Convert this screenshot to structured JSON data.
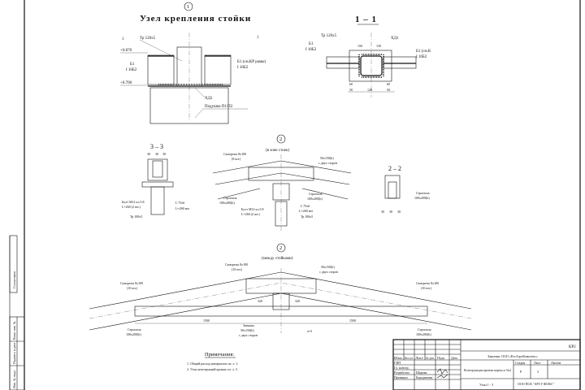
{
  "left_strip": {
    "agreed": "Согласовано",
    "replace": "Взам. инв. №",
    "sign_date": "Подпись и дата",
    "inv": "Инв. № подл."
  },
  "node1": {
    "num": "1",
    "title": "Узел крепления стойки",
    "section_mark": "1",
    "pipe": "Тр 120х5",
    "elev_top": "+0.870",
    "elev_bot": "+0.700",
    "beam_left": "Б1",
    "beam_left_profile": "I 16Б2",
    "beam_right": "Б1 (см.КР рамы)",
    "beam_right_profile": "I 16Б2",
    "plate": "ХД1",
    "pad": "Подушка П1/П2"
  },
  "section11": {
    "title": "1 – 1",
    "pipe": "Тр 120х5",
    "plate": "ХД1",
    "beam_left": "Б1",
    "beam_left_profile": "I 16Б2",
    "beam_right": "Б1 (см.К",
    "beam_right_profile": "I 16Б2",
    "dims_top": [
      "150",
      "150"
    ],
    "dims_mid": [
      "60",
      "60"
    ],
    "dims_bot": [
      "50",
      "120",
      "50"
    ]
  },
  "section33": {
    "title": "3 – 3",
    "dims": [
      "30",
      "30",
      "30"
    ],
    "bolt": "Болт М12 кл.5.8",
    "bolt_qty": "L=260 (2 шт.)",
    "pipe": "Тр 100х5",
    "angle": "L 75х6",
    "angle_len": "L=260 мм"
  },
  "node2a": {
    "num": "2",
    "subtitle": "(в зоне стоек)",
    "screws": "Саморезы 8х100",
    "screws_qty": "(8 шт.)",
    "board": "50х150(h)",
    "board_note": "с двух сторон",
    "rafter_left": "Стропила",
    "rafter_left_size": "100х200(h)",
    "rafter_right": "Стропила",
    "rafter_right_size": "100х200(h)",
    "bolt": "Болт М12 кл.5.8",
    "bolt_qty": "L=260 (2 шт.)",
    "angle": "L 75х6",
    "angle_len": "L=260 мм",
    "pipe": "Тр 100х5"
  },
  "section22": {
    "title": "2 – 2",
    "rafter": "Стропила",
    "rafter_size": "100х200(h)",
    "dims": [
      "30",
      "30",
      "30"
    ]
  },
  "node2b": {
    "num": "2",
    "subtitle": "(между стойками)",
    "screws_top": "Саморезы 8х100",
    "screws_top_qty": "(10 шт.)",
    "screws_left": "Саморезы 8х100",
    "screws_left_qty": "(10 шт.)",
    "screws_right": "Саморезы 8х100",
    "screws_right_qty": "(10 шт.)",
    "board": "50х150(h)",
    "board_note": "с двух сторон",
    "tie": "Затяжка",
    "tie_size": "50х150(h)",
    "tie_note": "с двух сторон",
    "rafter_left": "Стропила",
    "rafter_left_size": "100х200(h)",
    "rafter_right": "Стропила",
    "rafter_right_size": "100х200(h)",
    "span_left": "1500",
    "span_right": "1500",
    "inner_left": "320",
    "inner_right": "320",
    "mark": "a=3"
  },
  "notes": {
    "title": "Примечания:",
    "items": [
      "1. Общий расход материалов см. л. 1.",
      "2. Узлы конструкций кровли см. л. 3."
    ]
  },
  "title_block": {
    "code": "КР2",
    "customer": "Заказчик: ООО «РосАгроКомплекс»",
    "object": "Конструкции кровли корпуса №2",
    "sheet_name": "Узлы 1 - 3",
    "col_headers": [
      "Изм.",
      "Кол.уч.",
      "Лист",
      "№ док.",
      "Подп.",
      "Дата"
    ],
    "roles": [
      "ГИП",
      "Гл. констр.",
      "Разработал",
      "Проверил"
    ],
    "names": [
      "",
      "",
      "Шарова",
      "Бородинова"
    ],
    "stage_label": "Стадия",
    "sheet_label": "Лист",
    "sheets_label": "Листов",
    "stage": "Р",
    "sheet": "3",
    "org": "ООО ПСК \"АРСТ-ФОКС\""
  }
}
